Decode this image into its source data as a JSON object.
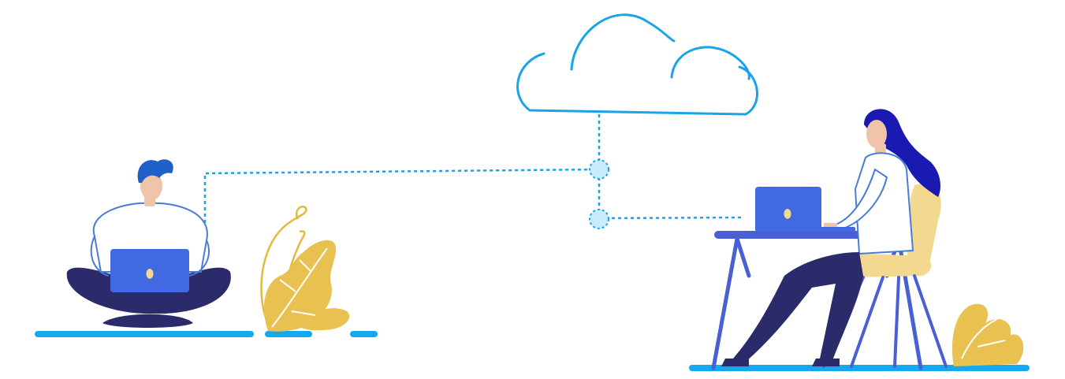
{
  "colors": {
    "cloud_stroke": "#1aa3e8",
    "connector": "#1aa3e8",
    "node_fill": "#c8ecfb",
    "ground": "#14a8ef",
    "hair_blue": "#1f5fc8",
    "hair_dark_blue": "#1a1ab0",
    "skin": "#f0c4a8",
    "shirt": "#ffffff",
    "shirt_outline": "#4a7bd6",
    "pants": "#2b2a6b",
    "laptop": "#4169e1",
    "desk": "#4a5fd1",
    "chair": "#f3d88f",
    "plant": "#e8c150",
    "plant_outline": "#e3b93c"
  },
  "scene": {
    "items": [
      "cloud-icon",
      "network-connector",
      "man-with-laptop",
      "woman-at-desk",
      "plant-left",
      "plant-right"
    ]
  }
}
